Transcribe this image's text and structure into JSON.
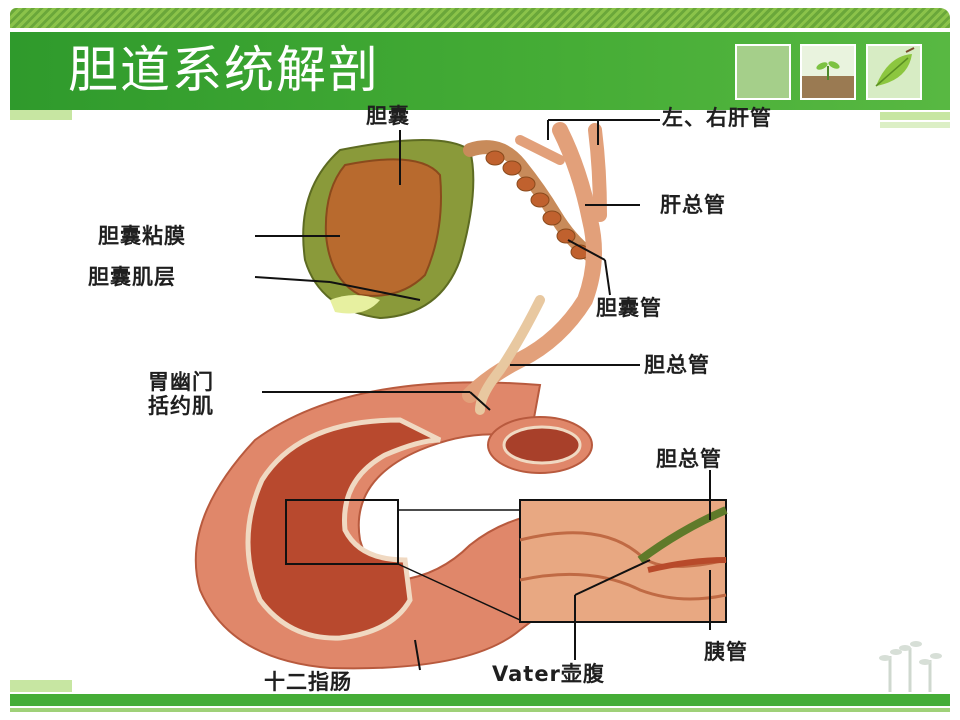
{
  "header": {
    "title": "胆道系统解剖",
    "accent_color": "#46ad36",
    "thumbnail_icons": [
      "green-square-icon",
      "sprout-photo-icon",
      "leaf-photo-icon"
    ]
  },
  "labels": {
    "gallbladder": "胆囊",
    "hepatic_ducts": "左、右肝管",
    "gb_mucosa": "胆囊粘膜",
    "gb_muscle": "胆囊肌层",
    "common_hepatic_duct": "肝总管",
    "cystic_duct": "胆囊管",
    "common_bile_duct_1": "胆总管",
    "pyloric_1": "胃幽门",
    "pyloric_2": "括约肌",
    "common_bile_duct_2": "胆总管",
    "duodenum": "十二指肠",
    "vater": "Vater壶腹",
    "pancreatic_duct": "胰管"
  },
  "footer": {
    "decoration_icon": "sprout-icon"
  }
}
